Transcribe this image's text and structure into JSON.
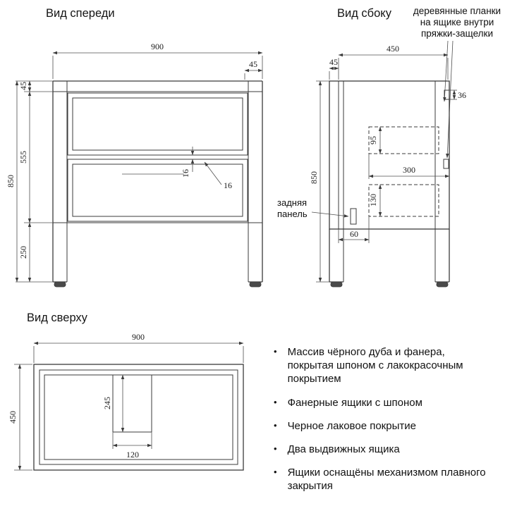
{
  "front_view": {
    "title": "Вид спереди",
    "dims": {
      "width": "900",
      "leg_width": "45",
      "top_rail": "45",
      "drawer_section": "555",
      "overall_height": "850",
      "leg_height": "250",
      "gap": "16",
      "front_thickness": "16"
    }
  },
  "side_view": {
    "title": "Вид сбоку",
    "annotation": [
      "деревянные планки",
      "на ящике внутри",
      "пряжки-защелки"
    ],
    "back_panel": [
      "задняя",
      "панель"
    ],
    "dims": {
      "depth": "450",
      "leg": "45",
      "latch_offset": "36",
      "upper_drawer": "95",
      "drawer_depth": "300",
      "lower_drawer": "130",
      "back_inset": "60",
      "overall_height": "850"
    }
  },
  "top_view": {
    "title": "Вид сверху",
    "dims": {
      "width": "900",
      "depth": "450",
      "cutout_depth": "245",
      "cutout_width": "120"
    }
  },
  "specs": {
    "bullet": "•",
    "items": [
      "Массив чёрного дуба и фанера, покрытая шпоном с лакокрасочным покрытием",
      "Фанерные ящики с шпоном",
      "Черное лаковое покрытие",
      "Два выдвижных ящика",
      "Ящики оснащёны механизмом плавного закрытия"
    ]
  }
}
